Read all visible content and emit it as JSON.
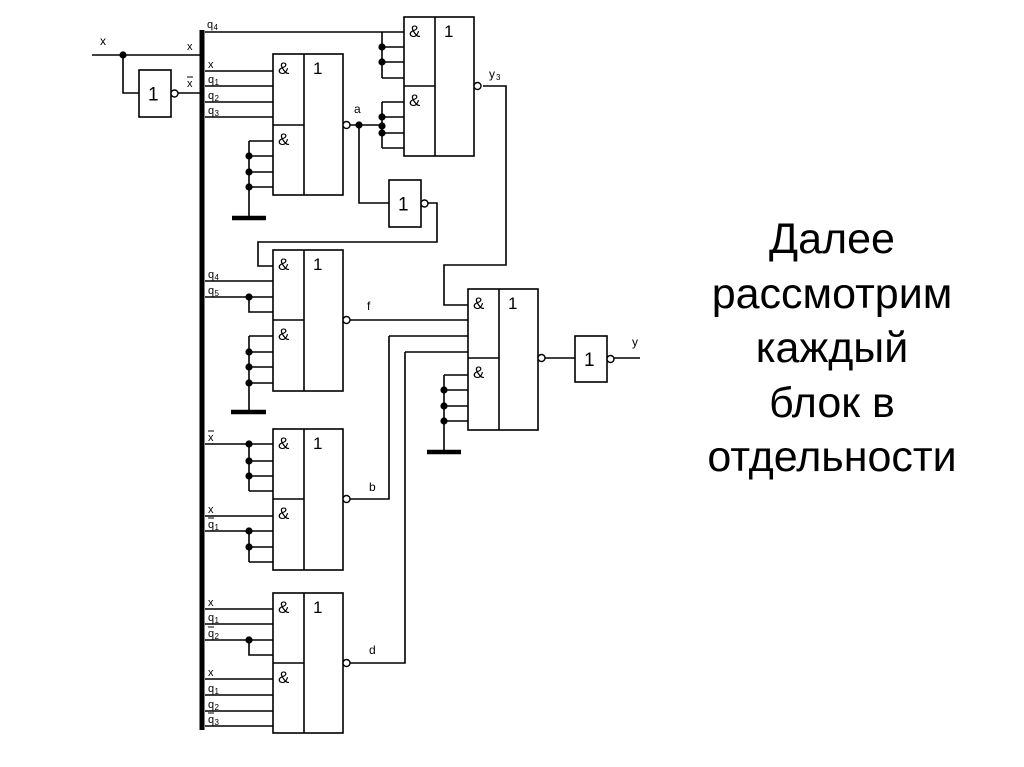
{
  "caption": {
    "lines": [
      "Далее",
      "рассмотрим",
      "каждый",
      "блок в",
      "отдельности"
    ]
  },
  "circuit": {
    "input_label": "x",
    "gate_symbols": {
      "and": "&",
      "or": "1",
      "not": "1"
    },
    "signals": {
      "a": "a",
      "f": "f",
      "b": "b",
      "d": "d",
      "y3": "y",
      "y3_sub": "3",
      "y": "y"
    },
    "bus_labels": {
      "q4_top": {
        "base": "q",
        "sub": "4",
        "bar": false
      },
      "x_bus": {
        "base": "x",
        "sub": "",
        "bar": false
      },
      "xbar_bus": {
        "base": "x",
        "sub": "",
        "bar": true
      },
      "gateA": [
        {
          "base": "x",
          "sub": "",
          "bar": false
        },
        {
          "base": "q",
          "sub": "1",
          "bar": false
        },
        {
          "base": "q",
          "sub": "2",
          "bar": false
        },
        {
          "base": "q",
          "sub": "3",
          "bar": false
        }
      ],
      "gateF": [
        {
          "base": "q",
          "sub": "4",
          "bar": false
        },
        {
          "base": "q",
          "sub": "5",
          "bar": false
        }
      ],
      "gateB": [
        {
          "base": "x",
          "sub": "",
          "bar": true
        },
        {
          "base": "x",
          "sub": "",
          "bar": false
        },
        {
          "base": "q",
          "sub": "1",
          "bar": true
        }
      ],
      "gateD": [
        {
          "base": "x",
          "sub": "",
          "bar": false
        },
        {
          "base": "q",
          "sub": "1",
          "bar": false
        },
        {
          "base": "q",
          "sub": "2",
          "bar": true
        },
        {
          "base": "x",
          "sub": "",
          "bar": false
        },
        {
          "base": "q",
          "sub": "1",
          "bar": false
        },
        {
          "base": "q",
          "sub": "2",
          "bar": false
        },
        {
          "base": "q",
          "sub": "3",
          "bar": true
        }
      ]
    }
  }
}
